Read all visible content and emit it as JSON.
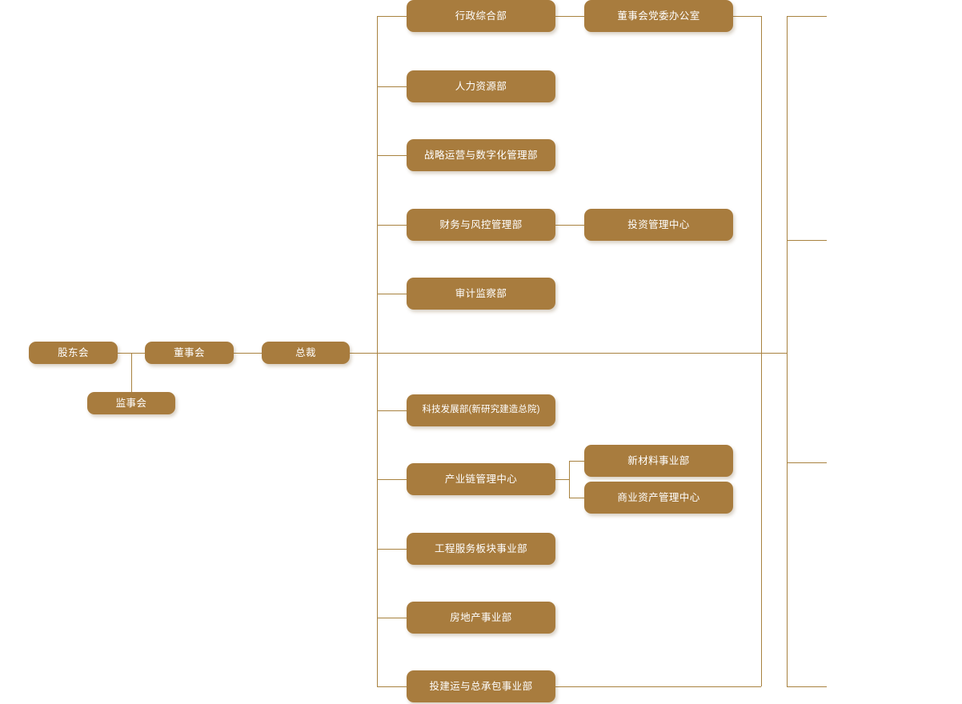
{
  "chart": {
    "type": "org-chart",
    "title": "",
    "accent_color": "#a87c3e",
    "line_color": "#a8823f",
    "background": "#ffffff",
    "text_color": "#ffffff"
  },
  "governance": {
    "shareholders_meeting": "股东会",
    "board_of_directors": "董事会",
    "supervisory_board": "监事会",
    "president": "总裁"
  },
  "upper_departments": [
    {
      "label": "行政综合部"
    },
    {
      "label": "人力资源部"
    },
    {
      "label": "战略运营与数字化管理部"
    },
    {
      "label": "财务与风控管理部"
    },
    {
      "label": "审计监察部"
    }
  ],
  "upper_sub_departments": [
    {
      "label": "董事会党委办公室",
      "parent": "行政综合部"
    },
    {
      "label": "投资管理中心",
      "parent": "财务与风控管理部"
    }
  ],
  "lower_departments": [
    {
      "label": "科技发展部(新研究建造总院)"
    },
    {
      "label": "产业链管理中心"
    },
    {
      "label": "工程服务板块事业部"
    },
    {
      "label": "房地产事业部"
    },
    {
      "label": "投建运与总承包事业部"
    }
  ],
  "lower_sub_departments": [
    {
      "label": "新材料事业部",
      "parent": "产业链管理中心"
    },
    {
      "label": "商业资产管理中心",
      "parent": "产业链管理中心"
    }
  ]
}
